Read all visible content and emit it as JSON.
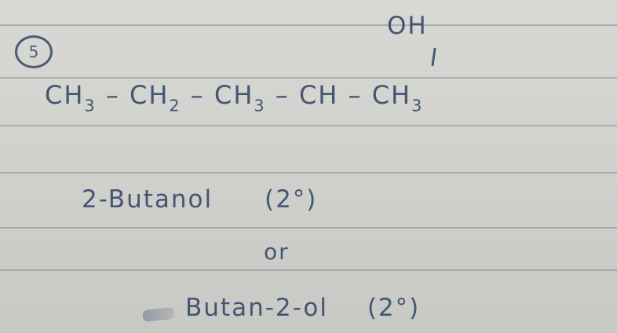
{
  "question": {
    "number": "5"
  },
  "structure": {
    "oh_group": "OH",
    "chain_parts": [
      {
        "base": "CH",
        "sub": "3"
      },
      {
        "base": "CH",
        "sub": "2"
      },
      {
        "base": "CH",
        "sub": "3"
      },
      {
        "base": "CH",
        "sub": ""
      },
      {
        "base": "CH",
        "sub": "3"
      }
    ]
  },
  "names": {
    "common_name": "2-Butanol",
    "classification_1": "(2°)",
    "conjunction": "or",
    "iupac_name": "Butan-2-ol",
    "classification_2": "(2°)"
  },
  "colors": {
    "ink": "#435672",
    "paper": "#d3d3d0",
    "ruled_line": "#7f8489"
  }
}
